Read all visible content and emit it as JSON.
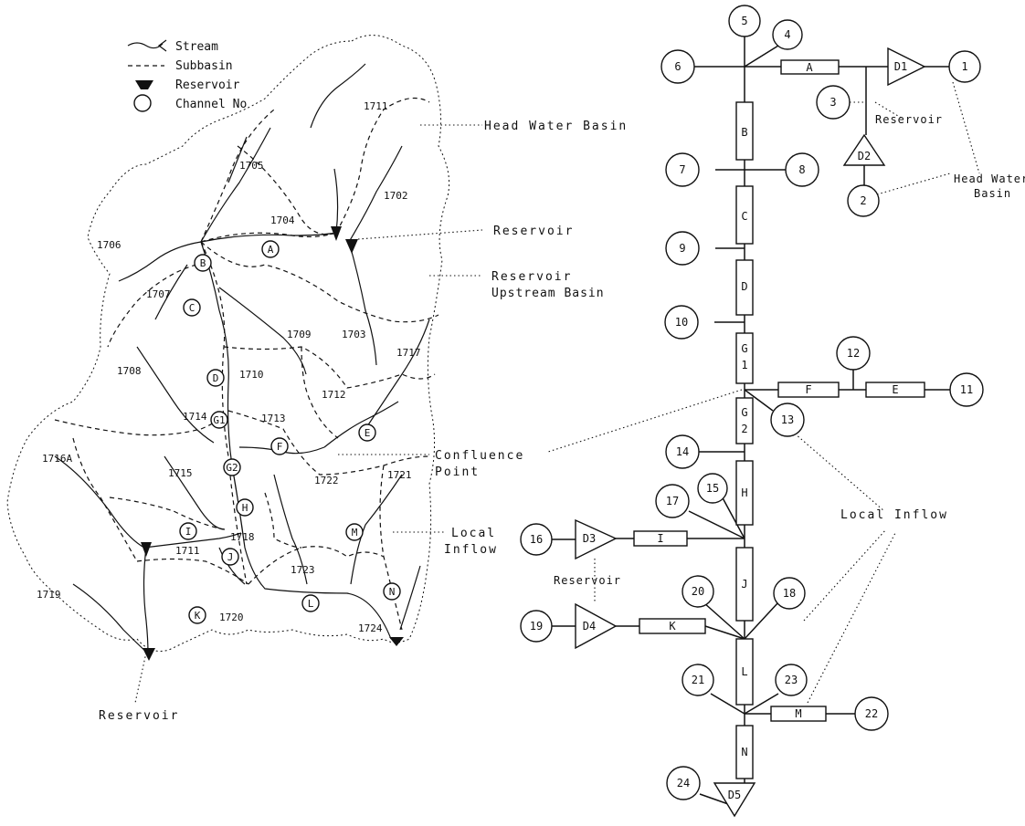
{
  "legend": {
    "stream": "Stream",
    "subbasin": "Subbasin",
    "reservoir": "Reservoir",
    "channel": "Channel No"
  },
  "map": {
    "subbasins": [
      "1711",
      "1705",
      "1702",
      "1704",
      "1706",
      "1707",
      "1709",
      "1703",
      "1708",
      "1710",
      "1717",
      "1714",
      "1712",
      "1713",
      "1716A",
      "1715",
      "1722",
      "1721",
      "1711",
      "1718",
      "1723",
      "1719",
      "1720",
      "1724"
    ],
    "channels": [
      "A",
      "B",
      "C",
      "D",
      "G1",
      "G2",
      "F",
      "E",
      "H",
      "J",
      "M",
      "I",
      "K",
      "L",
      "N"
    ],
    "annotations": {
      "headwater": "Head Water Basin",
      "reservoir": "Reservoir",
      "reservoir_upstream": "Reservoir",
      "reservoir_upstream_2": "Upstream Basin",
      "confluence": "Confluence",
      "confluence_2": "Point",
      "local_inflow": "Local",
      "local_inflow_2": "Inflow",
      "reservoir_bottom": "Reservoir"
    }
  },
  "schematic": {
    "circles": [
      "5",
      "4",
      "6",
      "1",
      "3",
      "7",
      "8",
      "2",
      "9",
      "10",
      "12",
      "11",
      "13",
      "14",
      "17",
      "15",
      "16",
      "20",
      "18",
      "19",
      "21",
      "23",
      "22",
      "24"
    ],
    "boxes": [
      "A",
      "B",
      "C",
      "D",
      "G",
      "1",
      "F",
      "E",
      "G",
      "2",
      "H",
      "I",
      "J",
      "K",
      "L",
      "M",
      "N"
    ],
    "reservoirs": [
      "D1",
      "D2",
      "D3",
      "D4",
      "D5"
    ],
    "annotations": {
      "reservoir_top": "Reservoir",
      "headwater": "Head Water",
      "headwater_2": "Basin",
      "local_inflow": "Local Inflow",
      "reservoir_mid": "Reservoir"
    }
  }
}
